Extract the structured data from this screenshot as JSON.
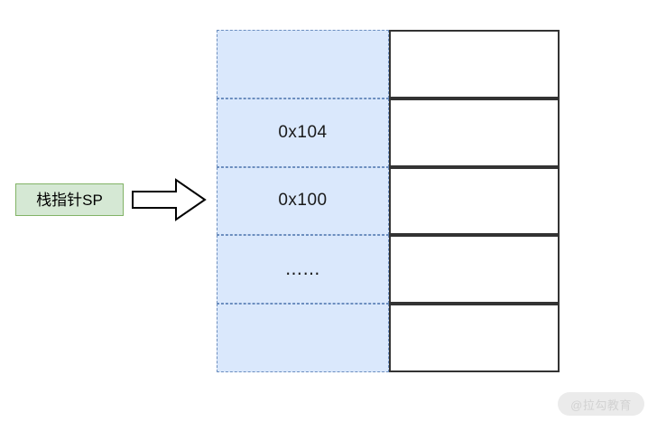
{
  "diagram": {
    "title": "stack-pointer-memory-diagram",
    "pointer": {
      "label": "栈指针SP",
      "arrow_icon": "right-block-arrow-icon",
      "points_to_row_index": 2,
      "box_fill_color": "#d5e8d4",
      "box_border_color": "#82b366"
    },
    "memory_table": {
      "address_column_fill_color": "#dae8fc",
      "address_column_border_color": "#6c8ebf",
      "value_column_fill_color": "#ffffff",
      "value_column_border_color": "#333333",
      "rows": [
        {
          "address": "",
          "value": ""
        },
        {
          "address": "0x104",
          "value": ""
        },
        {
          "address": "0x100",
          "value": ""
        },
        {
          "address": "……",
          "value": ""
        },
        {
          "address": "",
          "value": ""
        }
      ]
    },
    "watermark": {
      "text": "@拉勾教育",
      "background_color": "#ebebeb",
      "text_color": "#d2d2d2"
    }
  }
}
